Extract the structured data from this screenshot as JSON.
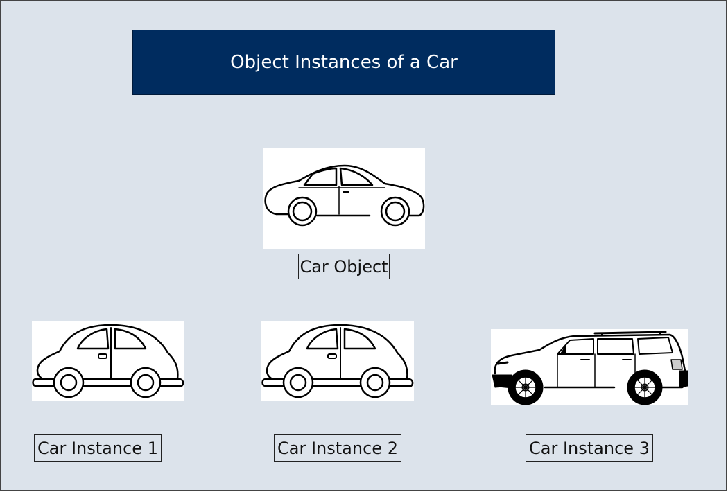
{
  "diagram": {
    "title": "Object Instances of a Car",
    "object": {
      "label": "Car Object",
      "icon": "sedan-car-icon"
    },
    "instances": [
      {
        "label": "Car Instance 1",
        "icon": "compact-car-icon"
      },
      {
        "label": "Car Instance 2",
        "icon": "compact-car-icon"
      },
      {
        "label": "Car Instance 3",
        "icon": "suv-car-icon"
      }
    ]
  }
}
